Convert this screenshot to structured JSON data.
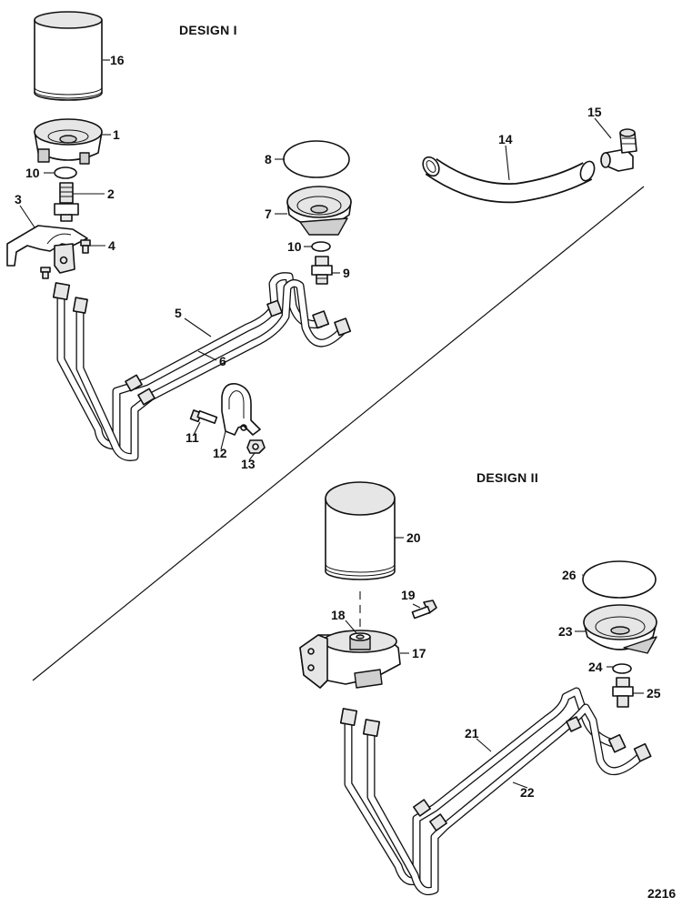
{
  "titles": {
    "design1": "DESIGN I",
    "design2": "DESIGN II"
  },
  "figure_number": "2216",
  "callouts": {
    "c1": "1",
    "c2": "2",
    "c3": "3",
    "c4": "4",
    "c5": "5",
    "c6": "6",
    "c7": "7",
    "c8": "8",
    "c9": "9",
    "c10a": "10",
    "c10b": "10",
    "c11": "11",
    "c12": "12",
    "c13": "13",
    "c14": "14",
    "c15": "15",
    "c16": "16",
    "c17": "17",
    "c18": "18",
    "c19": "19",
    "c20": "20",
    "c21": "21",
    "c22": "22",
    "c23": "23",
    "c24": "24",
    "c25": "25",
    "c26": "26"
  }
}
